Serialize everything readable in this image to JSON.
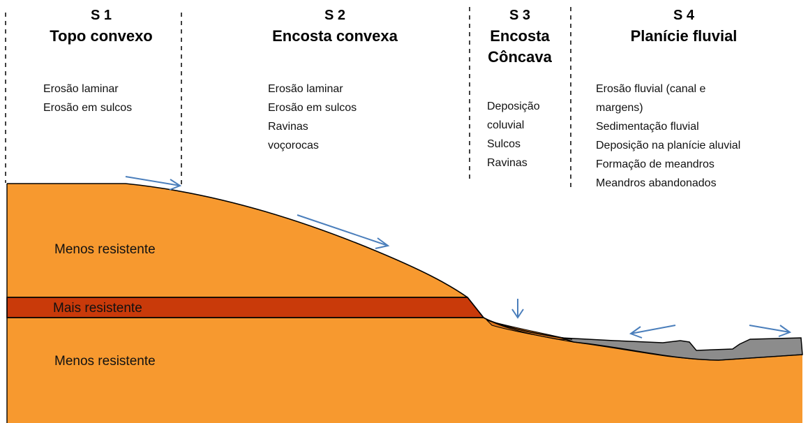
{
  "segments": [
    {
      "id": "S 1",
      "title": "Topo convexo",
      "processes": [
        "Erosão laminar",
        "Erosão em sulcos"
      ]
    },
    {
      "id": "S 2",
      "title": "Encosta convexa",
      "processes": [
        "Erosão laminar",
        "Erosão em sulcos",
        "Ravinas",
        "voçorocas"
      ]
    },
    {
      "id": "S 3",
      "title_lines": [
        "Encosta",
        "Côncava"
      ],
      "processes": [
        "Deposição",
        "coluvial",
        "Sulcos",
        "Ravinas"
      ]
    },
    {
      "id": "S 4",
      "title": "Planície fluvial",
      "processes": [
        "Erosão fluvial (canal e",
        "margens)",
        "Sedimentação fluvial",
        "Deposição na planície aluvial",
        "Formação de meandros",
        "Meandros abandonados"
      ]
    }
  ],
  "layers": {
    "upper": "Menos resistente",
    "middle": "Mais resistente",
    "lower": "Menos resistente"
  },
  "colors": {
    "soft_rock": "#F7992F",
    "hard_rock": "#C93A0A",
    "colluvium": "#D9741C",
    "alluvium": "#8C8C8C",
    "arrow": "#4A7EBB",
    "outline": "#000000"
  },
  "icons": {
    "flow_arrow": "arrow-icon"
  }
}
